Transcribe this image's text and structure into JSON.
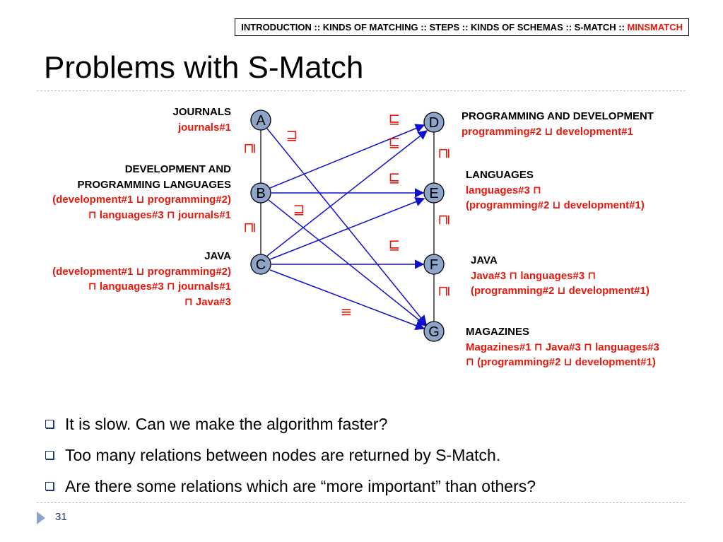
{
  "nav": {
    "items": [
      "INTRODUCTION",
      "KINDS OF MATCHING",
      "STEPS",
      "KINDS OF SCHEMAS",
      "S-MATCH",
      "MINSMATCH"
    ],
    "separator": " :: ",
    "active": "MINSMATCH"
  },
  "title": "Problems with S-Match",
  "left_labels": [
    {
      "name": "JOURNALS",
      "formula": [
        "journals#1"
      ]
    },
    {
      "name": [
        "DEVELOPMENT AND",
        "PROGRAMMING LANGUAGES"
      ],
      "formula": [
        "(development#1 ⊔  programming#2)",
        "⊓  languages#3 ⊓ journals#1"
      ]
    },
    {
      "name": "JAVA",
      "formula": [
        "(development#1 ⊔  programming#2)",
        "⊓  languages#3 ⊓ journals#1",
        "⊓ Java#3"
      ]
    }
  ],
  "right_labels": [
    {
      "name": "PROGRAMMING AND DEVELOPMENT",
      "formula": [
        "programming#2 ⊔ development#1"
      ]
    },
    {
      "name": "LANGUAGES",
      "formula": [
        "languages#3 ⊓",
        "(programming#2 ⊔ development#1)"
      ]
    },
    {
      "name": "JAVA",
      "formula": [
        "Java#3 ⊓ languages#3 ⊓",
        "(programming#2 ⊔ development#1)"
      ]
    },
    {
      "name": "MAGAZINES",
      "formula": [
        "Magazines#1 ⊓ Java#3 ⊓ languages#3",
        "⊓ (programming#2 ⊔ development#1)"
      ]
    }
  ],
  "nodes": {
    "left": [
      "A",
      "B",
      "C"
    ],
    "right": [
      "D",
      "E",
      "F",
      "G"
    ]
  },
  "edges": [
    {
      "from": "A",
      "to": "G"
    },
    {
      "from": "B",
      "to": "D"
    },
    {
      "from": "B",
      "to": "E"
    },
    {
      "from": "B",
      "to": "G"
    },
    {
      "from": "C",
      "to": "D"
    },
    {
      "from": "C",
      "to": "E"
    },
    {
      "from": "C",
      "to": "F"
    },
    {
      "from": "C",
      "to": "G"
    }
  ],
  "relations": {
    "tree_left": [
      "⊒",
      "⊒"
    ],
    "tree_right": [
      "⊒",
      "⊒",
      "⊒"
    ],
    "edge_symbols": [
      "⊑",
      "⊑",
      "⊑",
      "⊑",
      "⊒",
      "⊒",
      "≡"
    ]
  },
  "colors": {
    "edge": "#1010cc",
    "relation": "#e8180c",
    "node_fill": "#8ea4c8",
    "accent_nav": "#e8180c"
  },
  "bullets": [
    "It is slow. Can we make the algorithm faster?",
    "Too many relations between nodes are returned by S-Match.",
    "Are there some relations which are “more important” than others?"
  ],
  "page_number": "31"
}
